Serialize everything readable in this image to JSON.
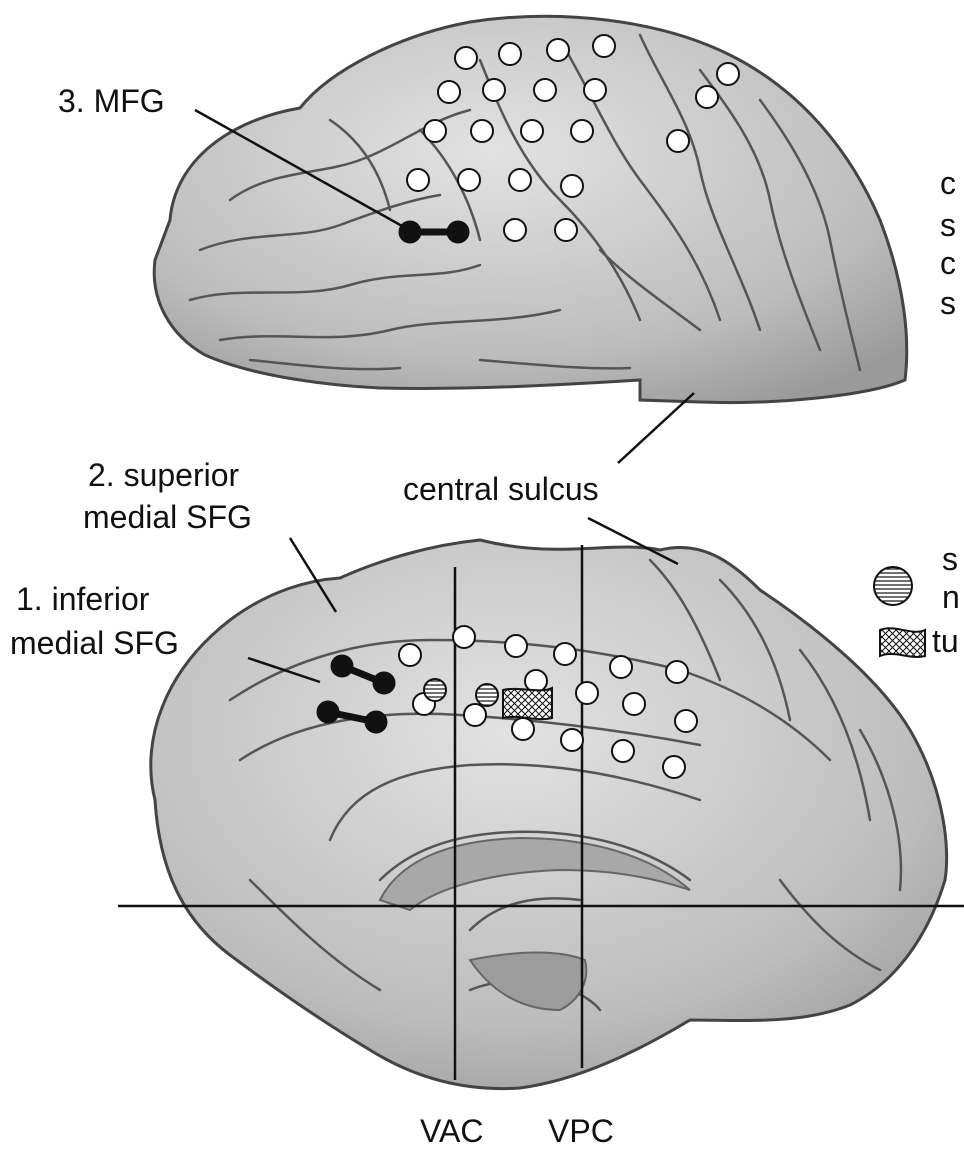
{
  "labels": {
    "mfg": "3. MFG",
    "superior_sfg_line1": "2. superior",
    "superior_sfg_line2": "medial SFG",
    "inferior_sfg_line1": "1. inferior",
    "inferior_sfg_line2": "medial SFG",
    "central_sulcus": "central sulcus",
    "vac": "VAC",
    "vpc": "VPC"
  },
  "legend_fragments": {
    "top_right": [
      "c",
      "s",
      "c",
      "s"
    ],
    "striped_line1": "s",
    "striped_line2": "n",
    "crosshatch": "tu"
  },
  "legend_items": [
    {
      "symbol": "horizontal-stripes",
      "text_keys": [
        "striped_line1",
        "striped_line2"
      ]
    },
    {
      "symbol": "crosshatch",
      "text_keys": [
        "crosshatch"
      ]
    }
  ],
  "colors": {
    "brain_fill": "#c8c8c8",
    "brain_stroke": "#555555",
    "sulcus": "#4a4a4a",
    "electrode_fill": "#ffffff",
    "electrode_stroke": "#111111",
    "stim_pair": "#111111",
    "line": "#111111"
  }
}
